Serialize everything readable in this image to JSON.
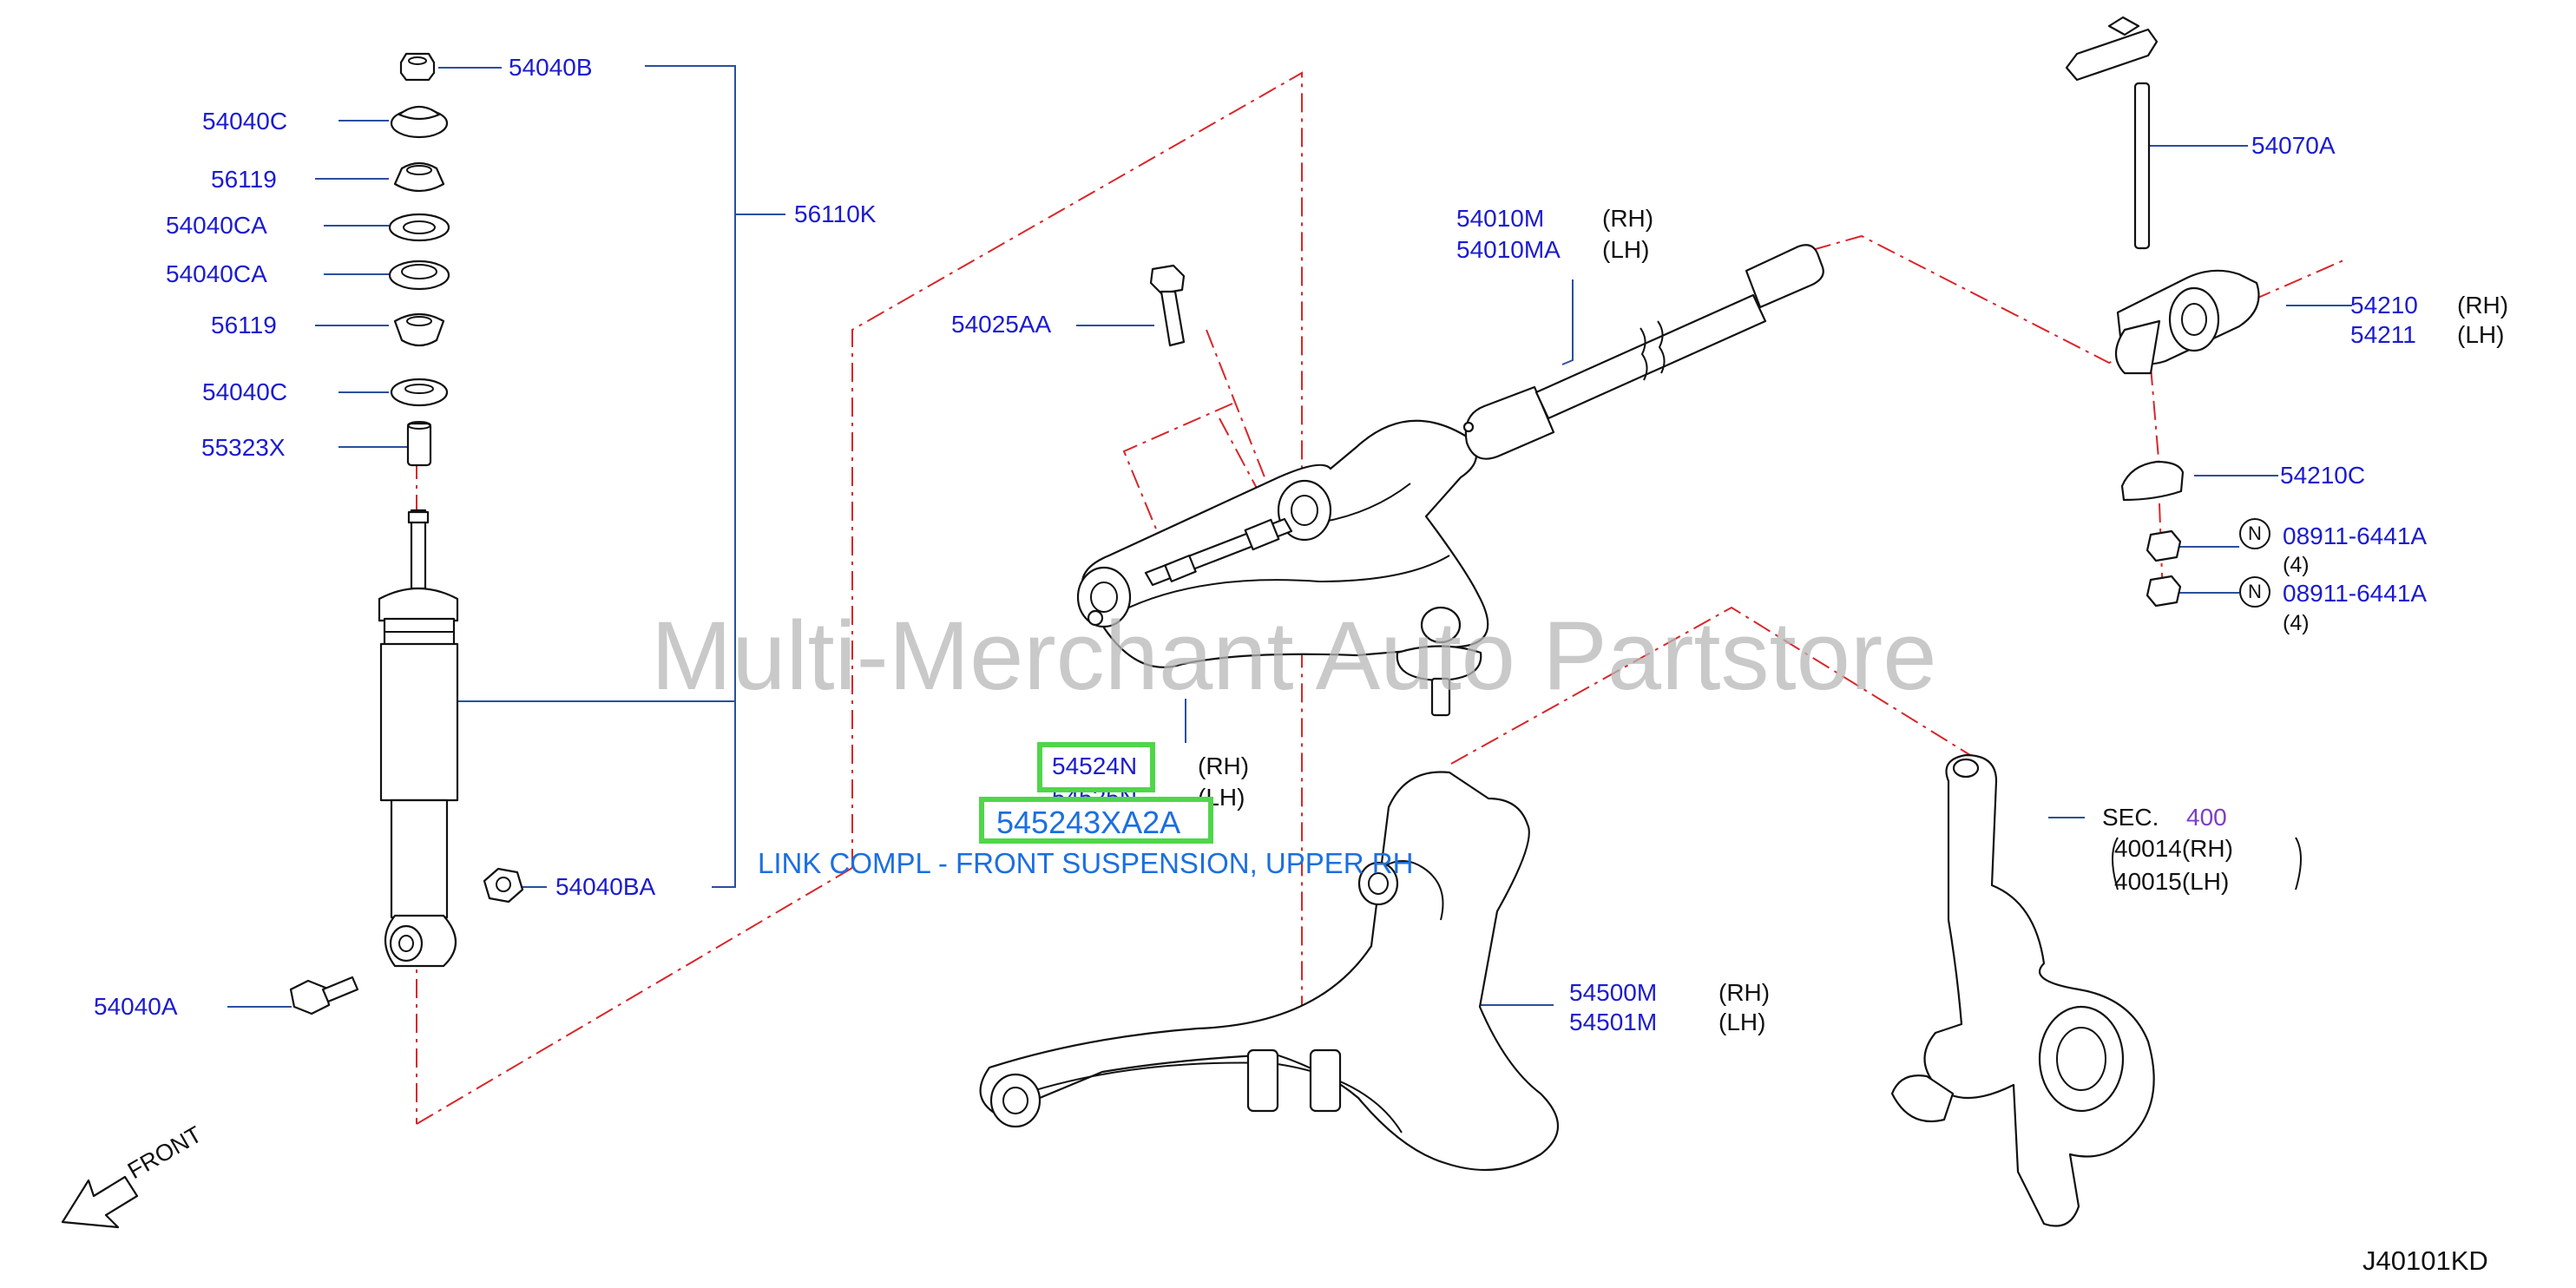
{
  "labels": {
    "p54040B": "54040B",
    "p54040C_a": "54040C",
    "p56119_a": "56119",
    "p54040CA_a": "54040CA",
    "p54040CA_b": "54040CA",
    "p56119_b": "56119",
    "p54040C_b": "54040C",
    "p55323X": "55323X",
    "p56110K": "56110K",
    "p54040BA": "54040BA",
    "p54040A": "54040A",
    "p54025AA": "54025AA",
    "p54010M": "54010M",
    "p54010MA": "54010MA",
    "rh1": "(RH)",
    "lh1": "(LH)",
    "p54070A": "54070A",
    "p54210": "54210",
    "p54211": "54211",
    "rh2": "(RH)",
    "lh2": "(LH)",
    "p54210C": "54210C",
    "n1": "N",
    "p08911_a": "08911-6441A",
    "q1": "(4)",
    "n2": "N",
    "p08911_b": "08911-6441A",
    "q2": "(4)",
    "p54524N": "54524N",
    "rh3": "(RH)",
    "p54525N": "54525N",
    "lh3": "(LH)",
    "p545243XA2A": "545243XA2A",
    "sec": "SEC.",
    "sec_num": "400",
    "p40014": "40014(RH)",
    "p40015": "40015(LH)",
    "p54500M": "54500M",
    "p54501M": "54501M",
    "rh4": "(RH)",
    "lh4": "(LH)"
  },
  "description": "LINK COMPL - FRONT SUSPENSION, UPPER RH",
  "watermark": "Multi-Merchant Auto Partstore",
  "front_label": "FRONT",
  "diagram_code": "J40101KD",
  "colors": {
    "label_blue": "#1b1bd0",
    "leader_line": "#2b4f9e",
    "dash_red": "#d8262a",
    "highlight_green": "#4fd64a",
    "description_blue": "#1b6fe0",
    "line_art": "#111111"
  }
}
